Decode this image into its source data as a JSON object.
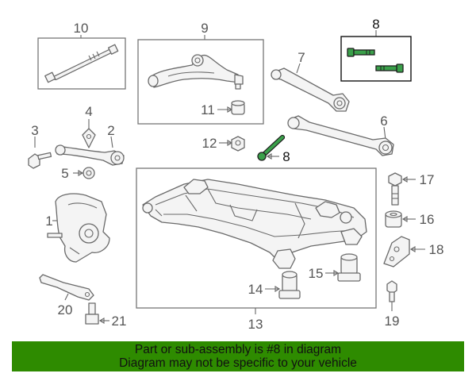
{
  "callouts": {
    "p1": "1",
    "p2": "2",
    "p3": "3",
    "p4": "4",
    "p5": "5",
    "p6": "6",
    "p7": "7",
    "p8_box": "8",
    "p8": "8",
    "p9": "9",
    "p10": "10",
    "p11": "11",
    "p12": "12",
    "p13": "13",
    "p14": "14",
    "p15": "15",
    "p16": "16",
    "p17": "17",
    "p18": "18",
    "p19": "19",
    "p20": "20",
    "p21": "21"
  },
  "banner": {
    "line1": "Part or sub-assembly is #8 in diagram",
    "line2": "Diagram may not be specific to your vehicle"
  },
  "colors": {
    "highlight_part": "#3aa04a",
    "banner_background": "#2e8b00",
    "line_art": "#6a6a6a"
  }
}
